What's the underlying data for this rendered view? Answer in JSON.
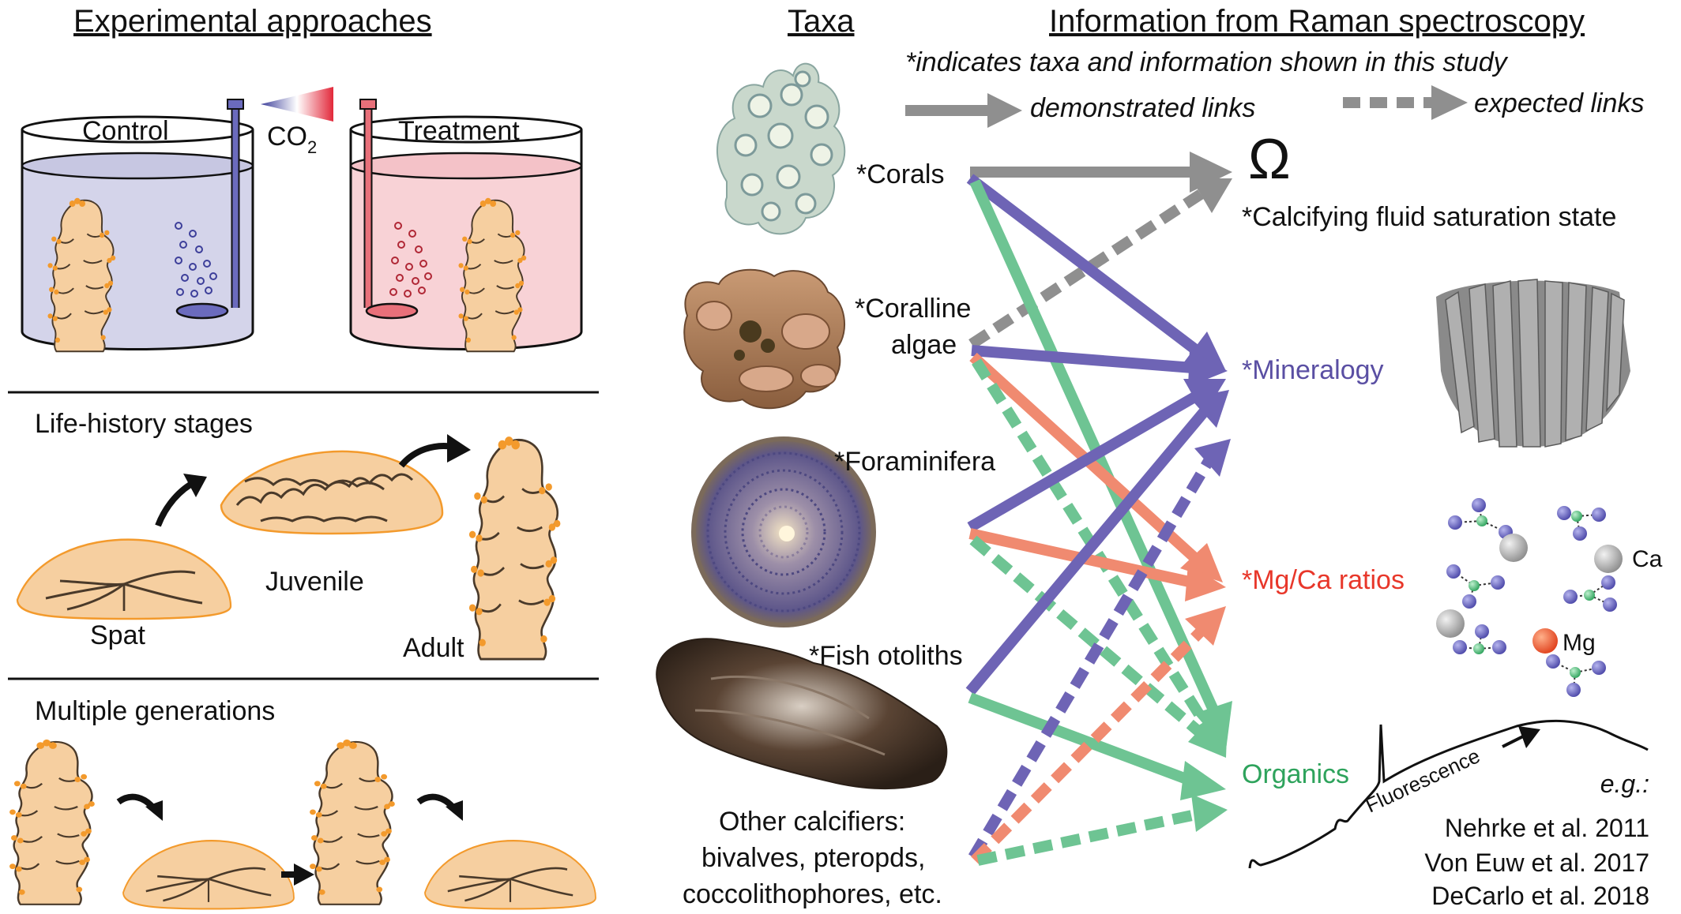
{
  "headers": {
    "experimental": "Experimental approaches",
    "taxa": "Taxa",
    "information": "Information from Raman spectroscopy"
  },
  "experimental": {
    "control": "Control",
    "co2": "CO",
    "co2_sub": "2",
    "treatment": "Treatment",
    "life_history": "Life-history stages",
    "spat": "Spat",
    "juvenile": "Juvenile",
    "adult": "Adult",
    "multiple_generations": "Multiple generations"
  },
  "legend": {
    "note": "*indicates taxa and information shown in this study",
    "demonstrated": "demonstrated links",
    "expected": "expected links"
  },
  "taxa": {
    "corals": "*Corals",
    "coralline_1": "*Coralline",
    "coralline_2": "algae",
    "foraminifera": "*Foraminifera",
    "otoliths": "*Fish otoliths",
    "other_1": "Other calcifiers:",
    "other_2": "bivalves, pteropds,",
    "other_3": "coccolithophores, etc."
  },
  "information": {
    "omega_symbol": "Ω",
    "saturation": "*Calcifying fluid saturation state",
    "mineralogy": "*Mineralogy",
    "mgca": "*Mg/Ca ratios",
    "organics": "Organics",
    "ca": "Ca",
    "mg": "Mg",
    "fluorescence": "Fluorescence"
  },
  "references": {
    "eg": "e.g.:",
    "ref1": "Nehrke et al. 2011",
    "ref2": "Von Euw et al. 2017",
    "ref3": "DeCarlo et al. 2018"
  },
  "colors": {
    "gray": "#8f8f8f",
    "mineralogy": "#5a4fa3",
    "mgca": "#f07a5e",
    "organics": "#52b87c",
    "coral_fill": "#f6cfa0",
    "coral_outline": "#4a3a2a",
    "polyp": "#f39a2c",
    "control_water": "#d4d4ea",
    "treatment_water": "#f8d2d6"
  }
}
